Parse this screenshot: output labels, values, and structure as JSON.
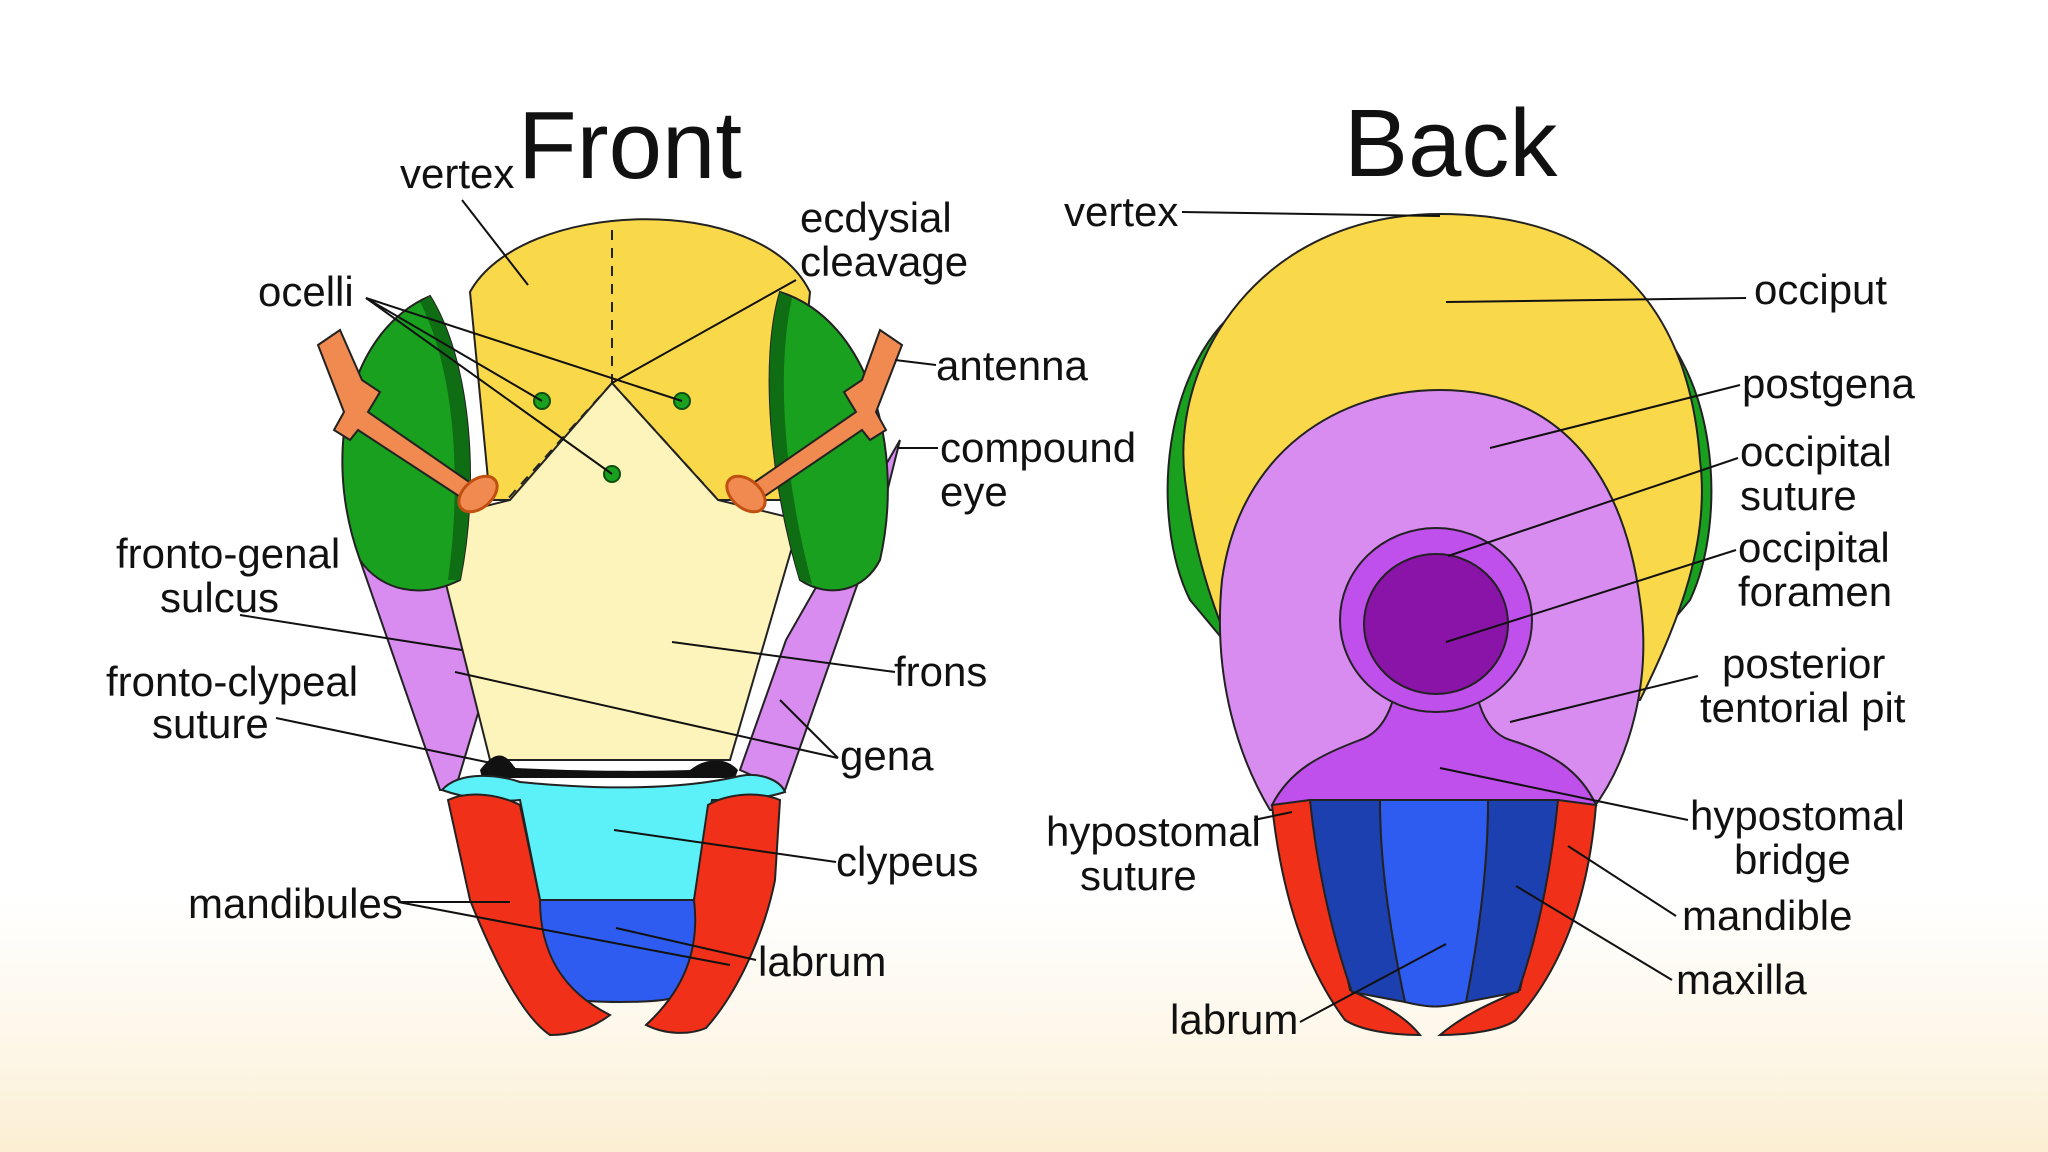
{
  "front": {
    "title": "Front",
    "labels": {
      "vertex": "vertex",
      "ecdysial_1": "ecdysial",
      "ecdysial_2": "cleavage",
      "ocelli": "ocelli",
      "antenna": "antenna",
      "compound_1": "compound",
      "compound_2": "eye",
      "fronto_genal_1": "fronto-genal",
      "fronto_genal_2": "sulcus",
      "fronto_clypeal_1": "fronto-clypeal",
      "fronto_clypeal_2": "suture",
      "frons": "frons",
      "gena": "gena",
      "clypeus": "clypeus",
      "mandibules": "mandibules",
      "labrum": "labrum"
    }
  },
  "back": {
    "title": "Back",
    "labels": {
      "vertex": "vertex",
      "occiput": "occiput",
      "postgena": "postgena",
      "occipital_suture_1": "occipital",
      "occipital_suture_2": "suture",
      "occipital_foramen_1": "occipital",
      "occipital_foramen_2": "foramen",
      "posterior_pit_1": "posterior",
      "posterior_pit_2": "tentorial pit",
      "hypostomal_suture_1": "hypostomal",
      "hypostomal_suture_2": "suture",
      "hypostomal_bridge_1": "hypostomal",
      "hypostomal_bridge_2": "bridge",
      "mandible": "mandible",
      "maxilla": "maxilla",
      "labrum": "labrum"
    }
  },
  "colors": {
    "vertex_yellow": "#f9d84a",
    "frons_cream": "#fdf4bb",
    "eye_green": "#19a01e",
    "eye_dark_green": "#0f6e14",
    "antenna_orange": "#f08a50",
    "gena_lilac": "#d98cf0",
    "clypeus_cyan": "#5cf0f8",
    "labrum_blue": "#2e5cf0",
    "mandible_red": "#f03018",
    "foramen_purple": "#8a14a8",
    "bridge_violet": "#c050ec",
    "maxilla_dark_blue": "#1c40b0"
  }
}
